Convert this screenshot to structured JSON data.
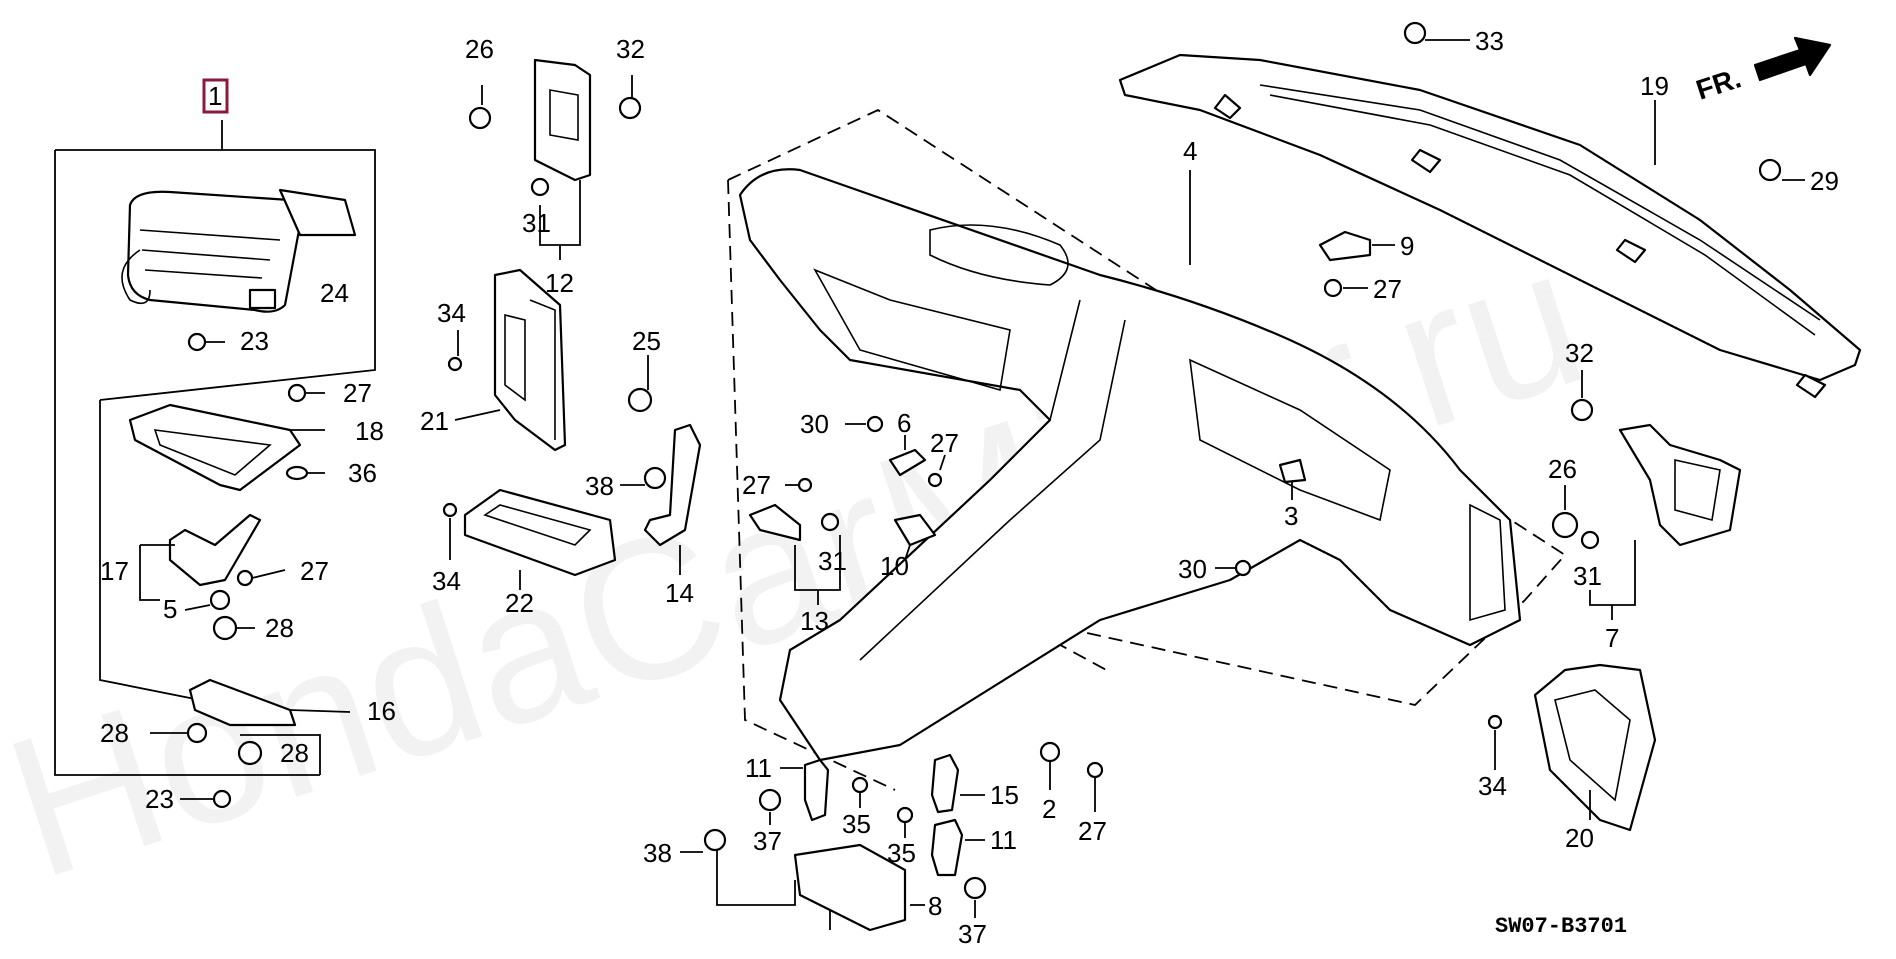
{
  "diagram": {
    "watermark": "HondaCarMiner.ru",
    "code": "SW07-B3701",
    "direction": "FR.",
    "highlight_color": "#8b1a3a",
    "callouts": [
      {
        "id": "c1",
        "label": "1",
        "highlight": true
      },
      {
        "id": "c24",
        "label": "24"
      },
      {
        "id": "c23a",
        "label": "23"
      },
      {
        "id": "c27a",
        "label": "27"
      },
      {
        "id": "c18",
        "label": "18"
      },
      {
        "id": "c36",
        "label": "36"
      },
      {
        "id": "c17",
        "label": "17"
      },
      {
        "id": "c27b",
        "label": "27"
      },
      {
        "id": "c5",
        "label": "5"
      },
      {
        "id": "c28a",
        "label": "28"
      },
      {
        "id": "c16",
        "label": "16"
      },
      {
        "id": "c28b",
        "label": "28"
      },
      {
        "id": "c28c",
        "label": "28"
      },
      {
        "id": "c23b",
        "label": "23"
      },
      {
        "id": "c26a",
        "label": "26"
      },
      {
        "id": "c32a",
        "label": "32"
      },
      {
        "id": "c31a",
        "label": "31"
      },
      {
        "id": "c12",
        "label": "12"
      },
      {
        "id": "c34a",
        "label": "34"
      },
      {
        "id": "c21",
        "label": "21"
      },
      {
        "id": "c25",
        "label": "25"
      },
      {
        "id": "c38a",
        "label": "38"
      },
      {
        "id": "c14",
        "label": "14"
      },
      {
        "id": "c34b",
        "label": "34"
      },
      {
        "id": "c22",
        "label": "22"
      },
      {
        "id": "c30a",
        "label": "30"
      },
      {
        "id": "c6",
        "label": "6"
      },
      {
        "id": "c27c",
        "label": "27"
      },
      {
        "id": "c27d",
        "label": "27"
      },
      {
        "id": "c31b",
        "label": "31"
      },
      {
        "id": "c13",
        "label": "13"
      },
      {
        "id": "c10",
        "label": "10"
      },
      {
        "id": "c4",
        "label": "4"
      },
      {
        "id": "c33",
        "label": "33"
      },
      {
        "id": "c19",
        "label": "19"
      },
      {
        "id": "c29",
        "label": "29"
      },
      {
        "id": "c9",
        "label": "9"
      },
      {
        "id": "c27e",
        "label": "27"
      },
      {
        "id": "c3",
        "label": "3"
      },
      {
        "id": "c30b",
        "label": "30"
      },
      {
        "id": "c32b",
        "label": "32"
      },
      {
        "id": "c26b",
        "label": "26"
      },
      {
        "id": "c31c",
        "label": "31"
      },
      {
        "id": "c7",
        "label": "7"
      },
      {
        "id": "c34c",
        "label": "34"
      },
      {
        "id": "c20",
        "label": "20"
      },
      {
        "id": "c11a",
        "label": "11"
      },
      {
        "id": "c37a",
        "label": "37"
      },
      {
        "id": "c35a",
        "label": "35"
      },
      {
        "id": "c15",
        "label": "15"
      },
      {
        "id": "c35b",
        "label": "35"
      },
      {
        "id": "c11b",
        "label": "11"
      },
      {
        "id": "c2",
        "label": "2"
      },
      {
        "id": "c27f",
        "label": "27"
      },
      {
        "id": "c38b",
        "label": "38"
      },
      {
        "id": "c8",
        "label": "8"
      },
      {
        "id": "c37b",
        "label": "37"
      }
    ]
  }
}
